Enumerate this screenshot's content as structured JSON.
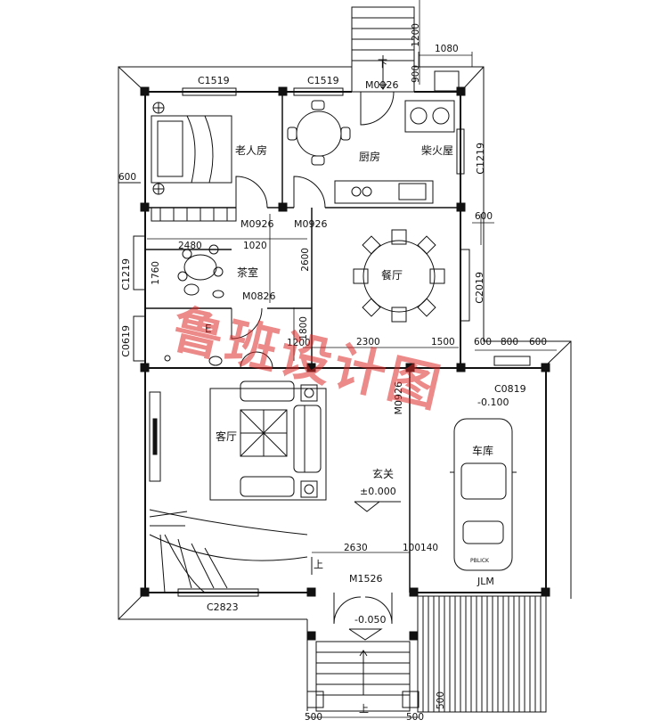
{
  "colors": {
    "line": "#111111",
    "watermark": "#dd2b2b",
    "background": "#ffffff"
  },
  "rooms": {
    "elder_room": "老人房",
    "kitchen": "厨房",
    "firewood_room": "柴火屋",
    "tea_room": "茶室",
    "dining": "餐厅",
    "living": "客厅",
    "foyer": "玄关",
    "garage": "车库",
    "bath_mark": "E"
  },
  "openings": {
    "c1519_left": "C1519",
    "c1519_right": "C1519",
    "m0926_top": "M0926",
    "c1219_right": "C1219",
    "m0926_a": "M0926",
    "m0926_b": "M0926",
    "c1219_left": "C1219",
    "m0826": "M0826",
    "c2019": "C2019",
    "c0619": "C0619",
    "c0819": "C0819",
    "m0926_garage": "M0926",
    "m1526": "M1526",
    "c2823": "C2823",
    "jlm": "JLM"
  },
  "dimensions": {
    "d1200": "1200",
    "d900": "900",
    "d1080": "1080",
    "d600_left": "600",
    "d600_right": "600",
    "d2480": "2480",
    "d1020": "1020",
    "d1760": "1760",
    "d2600": "2600",
    "d1800": "1800",
    "d1200_b": "1200",
    "d2300": "2300",
    "d1500": "1500",
    "d600_a": "600",
    "d800": "800",
    "d600_b": "600",
    "d2630": "2630",
    "d100140": "100140",
    "d500_left": "500",
    "d500_right": "500",
    "d500_side": "500"
  },
  "levels": {
    "foyer": "±0.000",
    "garage": "-0.100",
    "entry": "-0.050"
  },
  "stairs": {
    "down": "下",
    "up_inner": "上",
    "up_outer": "上"
  },
  "car_plate": "PBLICK",
  "watermark": "鲁班设计图"
}
